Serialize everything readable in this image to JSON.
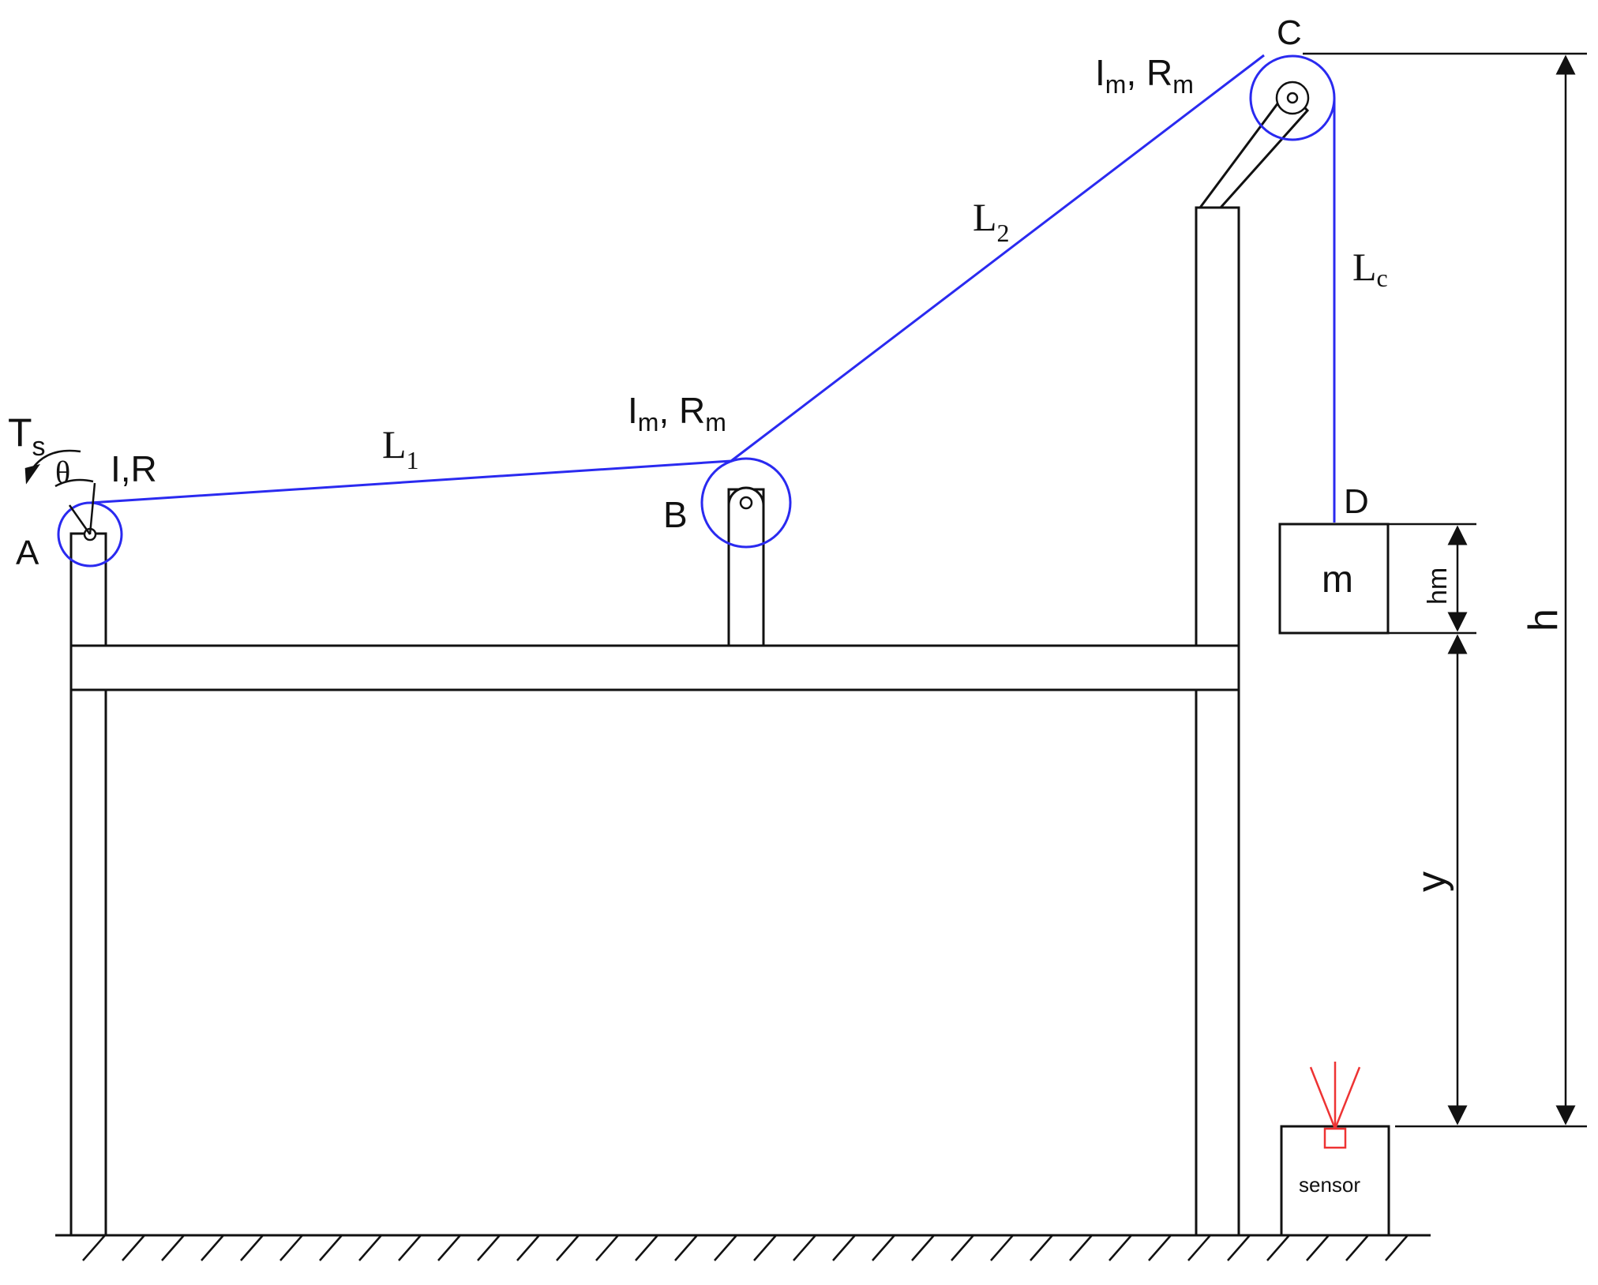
{
  "labels": {
    "torque_symbol": "T",
    "torque_sub": "s",
    "angle": "θ",
    "main_pulley_props": "I,R",
    "point_a": "A",
    "point_b": "B",
    "point_c": "C",
    "point_d": "D",
    "segment_1": "L",
    "segment_1_sub": "1",
    "segment_2": "L",
    "segment_2_sub": "2",
    "segment_c": "L",
    "segment_c_sub": "c",
    "pulley_b_I": "I",
    "pulley_b_I_sub": "m",
    "pulley_b_sep": ", R",
    "pulley_b_R_sub": "m",
    "pulley_c_I": "I",
    "pulley_c_I_sub": "m",
    "pulley_c_sep": ", R",
    "pulley_c_R_sub": "m",
    "mass": "m",
    "mass_height": "hm",
    "drop_distance": "y",
    "total_height": "h",
    "sensor": "sensor"
  },
  "colors": {
    "cable": "#2a2af0",
    "structure": "#111111",
    "sensor_beam": "#ee3333"
  }
}
